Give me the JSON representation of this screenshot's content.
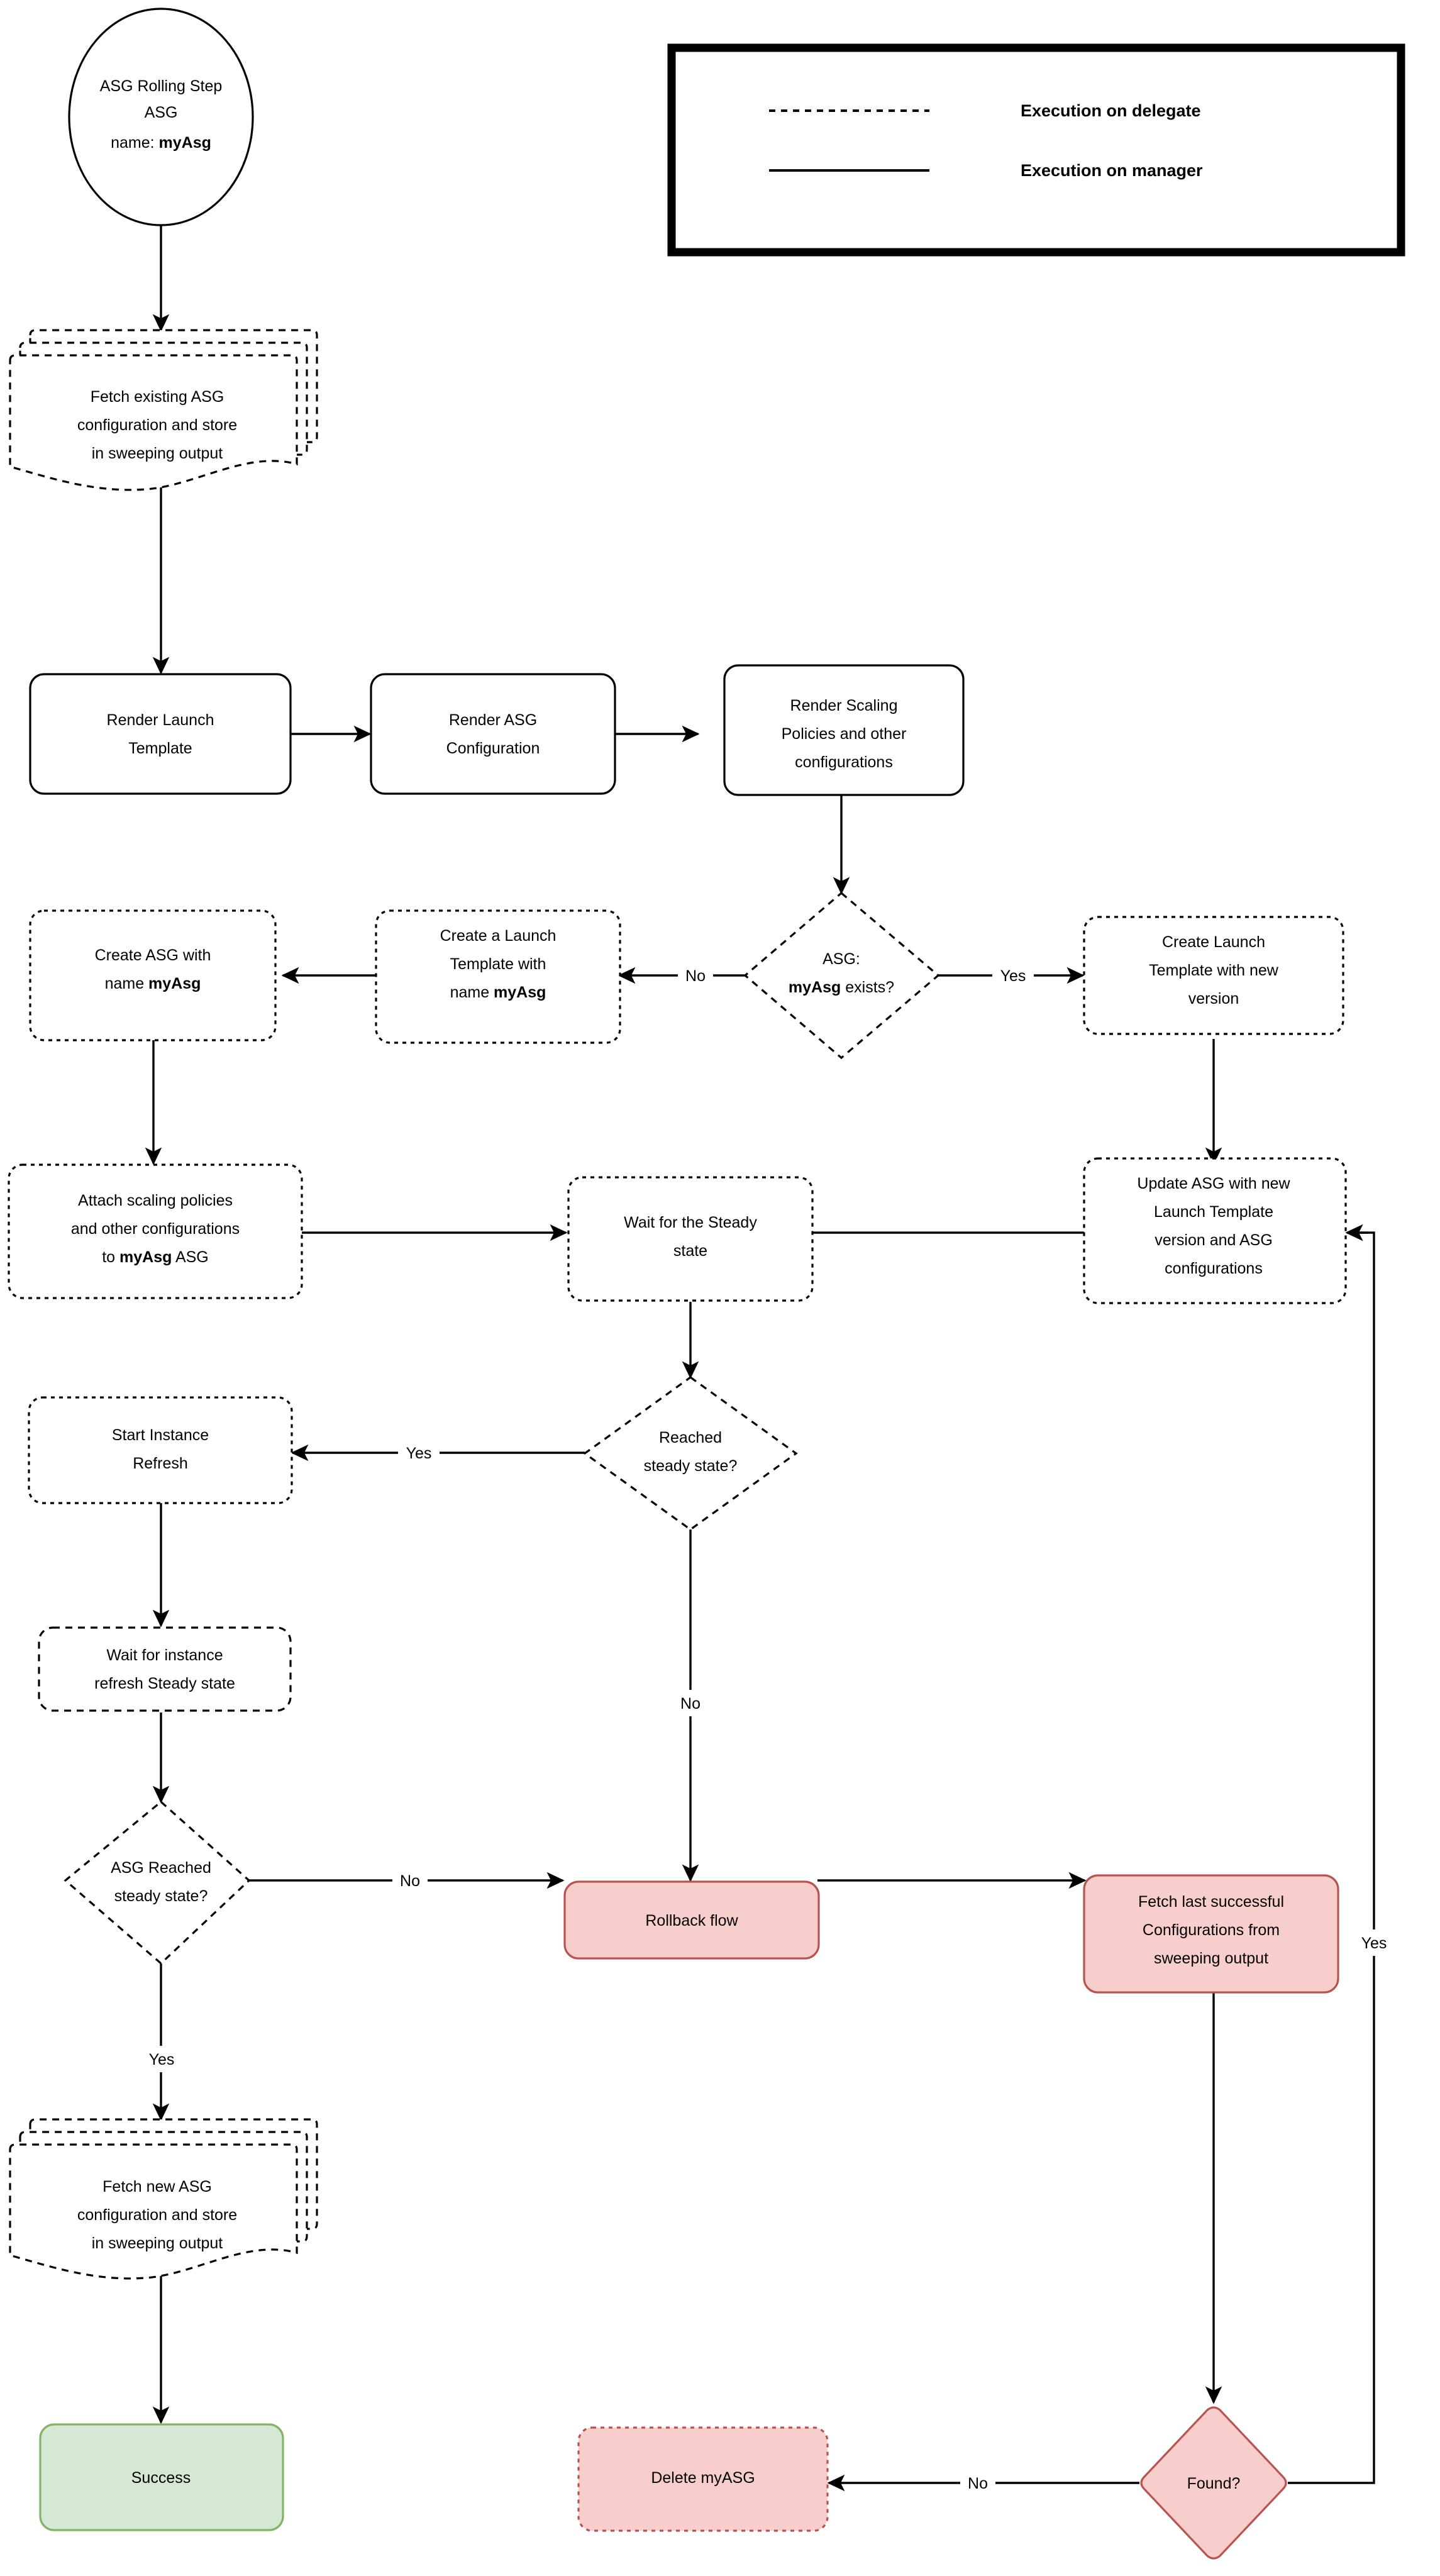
{
  "diagram": {
    "title": "ASG Rolling Step flowchart",
    "colors": {
      "red_fill": "#f8cecc",
      "red_stroke": "#b85450",
      "green_fill": "#d5e8d4",
      "green_stroke": "#82b366",
      "line": "#000000",
      "background": "#ffffff"
    }
  },
  "legend": {
    "items": [
      {
        "style": "dashed",
        "label": "Execution on delegate"
      },
      {
        "style": "solid",
        "label": "Execution on manager"
      }
    ]
  },
  "nodes": {
    "start": {
      "line1": "ASG Rolling Step",
      "line2": "ASG",
      "line3_prefix": "name: ",
      "line3_bold": "myAsg"
    },
    "fetch_existing": {
      "line1": "Fetch existing ASG",
      "line2": "configuration and store",
      "line3": "in sweeping output"
    },
    "render_launch_template": {
      "line1": "Render Launch",
      "line2": "Template"
    },
    "render_asg_config": {
      "line1": "Render ASG",
      "line2": "Configuration"
    },
    "render_scaling": {
      "line1": "Render Scaling",
      "line2": "Policies and other",
      "line3": "configurations"
    },
    "asg_exists": {
      "line1": "ASG:",
      "line2_bold": "myAsg",
      "line2_rest": " exists?"
    },
    "create_launch_template_new_version": {
      "line1": "Create Launch",
      "line2": "Template with new",
      "line3": "version"
    },
    "create_a_launch_template": {
      "line1": "Create a Launch",
      "line2": "Template with",
      "line3_prefix": "name ",
      "line3_bold": "myAsg"
    },
    "create_asg": {
      "line1": "Create ASG with",
      "line2_prefix": "name ",
      "line2_bold": "myAsg"
    },
    "attach_policies": {
      "line1": "Attach scaling policies",
      "line2": "and other configurations",
      "line3_prefix": "to ",
      "line3_bold": "myAsg",
      "line3_suffix": " ASG"
    },
    "wait_steady": {
      "line1": "Wait for the Steady",
      "line2": "state"
    },
    "update_asg": {
      "line1": "Update ASG with new",
      "line2": "Launch Template",
      "line3": "version and ASG",
      "line4": "configurations"
    },
    "reached_steady": {
      "line1": "Reached",
      "line2": "steady state?"
    },
    "start_instance_refresh": {
      "line1": "Start Instance",
      "line2": "Refresh"
    },
    "wait_instance_refresh": {
      "line1": "Wait for instance",
      "line2": "refresh Steady state"
    },
    "asg_reached_steady": {
      "line1": "ASG Reached",
      "line2": "steady state?"
    },
    "rollback_flow": {
      "line1": "Rollback flow"
    },
    "fetch_last_successful": {
      "line1": "Fetch last successful",
      "line2": "Configurations from",
      "line3": "sweeping output"
    },
    "fetch_new_asg": {
      "line1": "Fetch new ASG",
      "line2": "configuration and store",
      "line3": "in sweeping output"
    },
    "success": {
      "line1": "Success"
    },
    "delete_myasg": {
      "line1": "Delete myASG"
    },
    "found": {
      "line1": "Found?"
    }
  },
  "edge_labels": {
    "exists_no": "No",
    "exists_yes": "Yes",
    "reached_yes": "Yes",
    "reached_no": "No",
    "asg_reached_no": "No",
    "asg_reached_yes": "Yes",
    "found_no": "No",
    "found_yes": "Yes"
  }
}
